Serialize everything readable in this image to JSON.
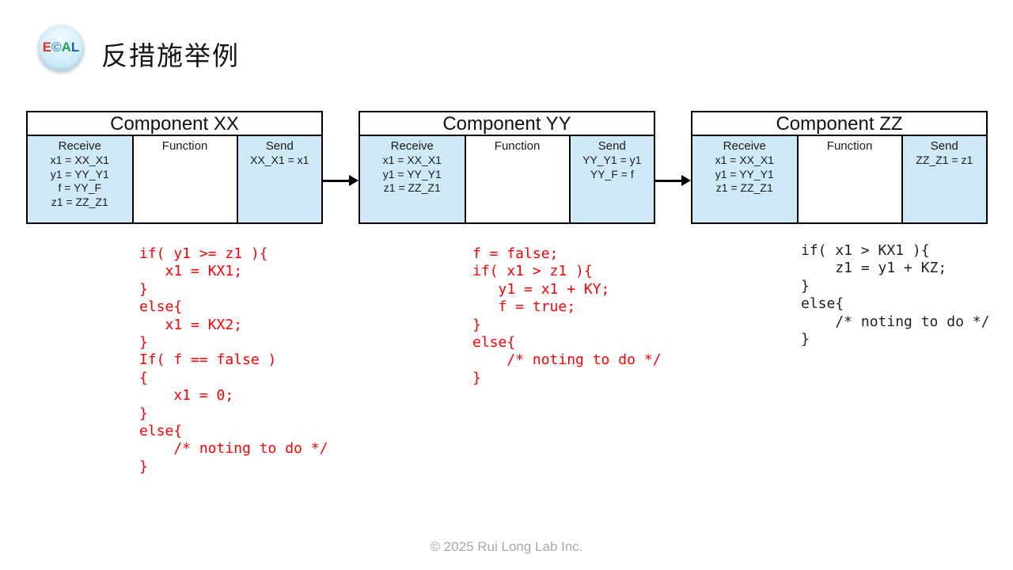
{
  "logo": {
    "letters": [
      {
        "char": "E",
        "color": "#e2332a"
      },
      {
        "char": "©",
        "color": "#2e8fd5"
      },
      {
        "char": "A",
        "color": "#22a24c"
      },
      {
        "char": "L",
        "color": "#1b5fc4"
      }
    ]
  },
  "header": {
    "title": "反措施举例"
  },
  "table_headers": {
    "receive": "Receive",
    "function": "Function",
    "send": "Send"
  },
  "components": [
    {
      "title": "Component XX",
      "receive": "x1 = XX_X1\ny1 = YY_Y1\nf = YY_F\nz1 = ZZ_Z1",
      "function_body": "",
      "send": "XX_X1 = x1",
      "code": "if( y1 >= z1 ){\n   x1 = KX1;\n}\nelse{\n   x1 = KX2;\n}\nIf( f == false )\n{\n    x1 = 0;\n}\nelse{\n    /* noting to do */\n}",
      "code_color": "#ff0000"
    },
    {
      "title": "Component YY",
      "receive": "x1 = XX_X1\ny1 = YY_Y1\nz1 = ZZ_Z1",
      "function_body": "",
      "send": "YY_Y1 = y1\nYY_F = f",
      "code": "f = false;\nif( x1 > z1 ){\n   y1 = x1 + KY;\n   f = true;\n}\nelse{\n    /* noting to do */\n}",
      "code_color": "#ff0000"
    },
    {
      "title": "Component ZZ",
      "receive": "x1 = XX_X1\ny1 = YY_Y1\nz1 = ZZ_Z1",
      "function_body": "",
      "send": "ZZ_Z1 = z1",
      "code": "if( x1 > KX1 ){\n    z1 = y1 + KZ;\n}\nelse{\n    /* noting to do */\n}",
      "code_color": "#1f1f1f"
    }
  ],
  "footer": {
    "copyright": "© 2025 Rui Long Lab Inc."
  },
  "colors": {
    "cell_blue": "#cfe9f7",
    "table_border": "#000000",
    "code_red": "#ff0000",
    "code_black": "#1f1f1f",
    "footer_gray": "#a8a8a8"
  }
}
